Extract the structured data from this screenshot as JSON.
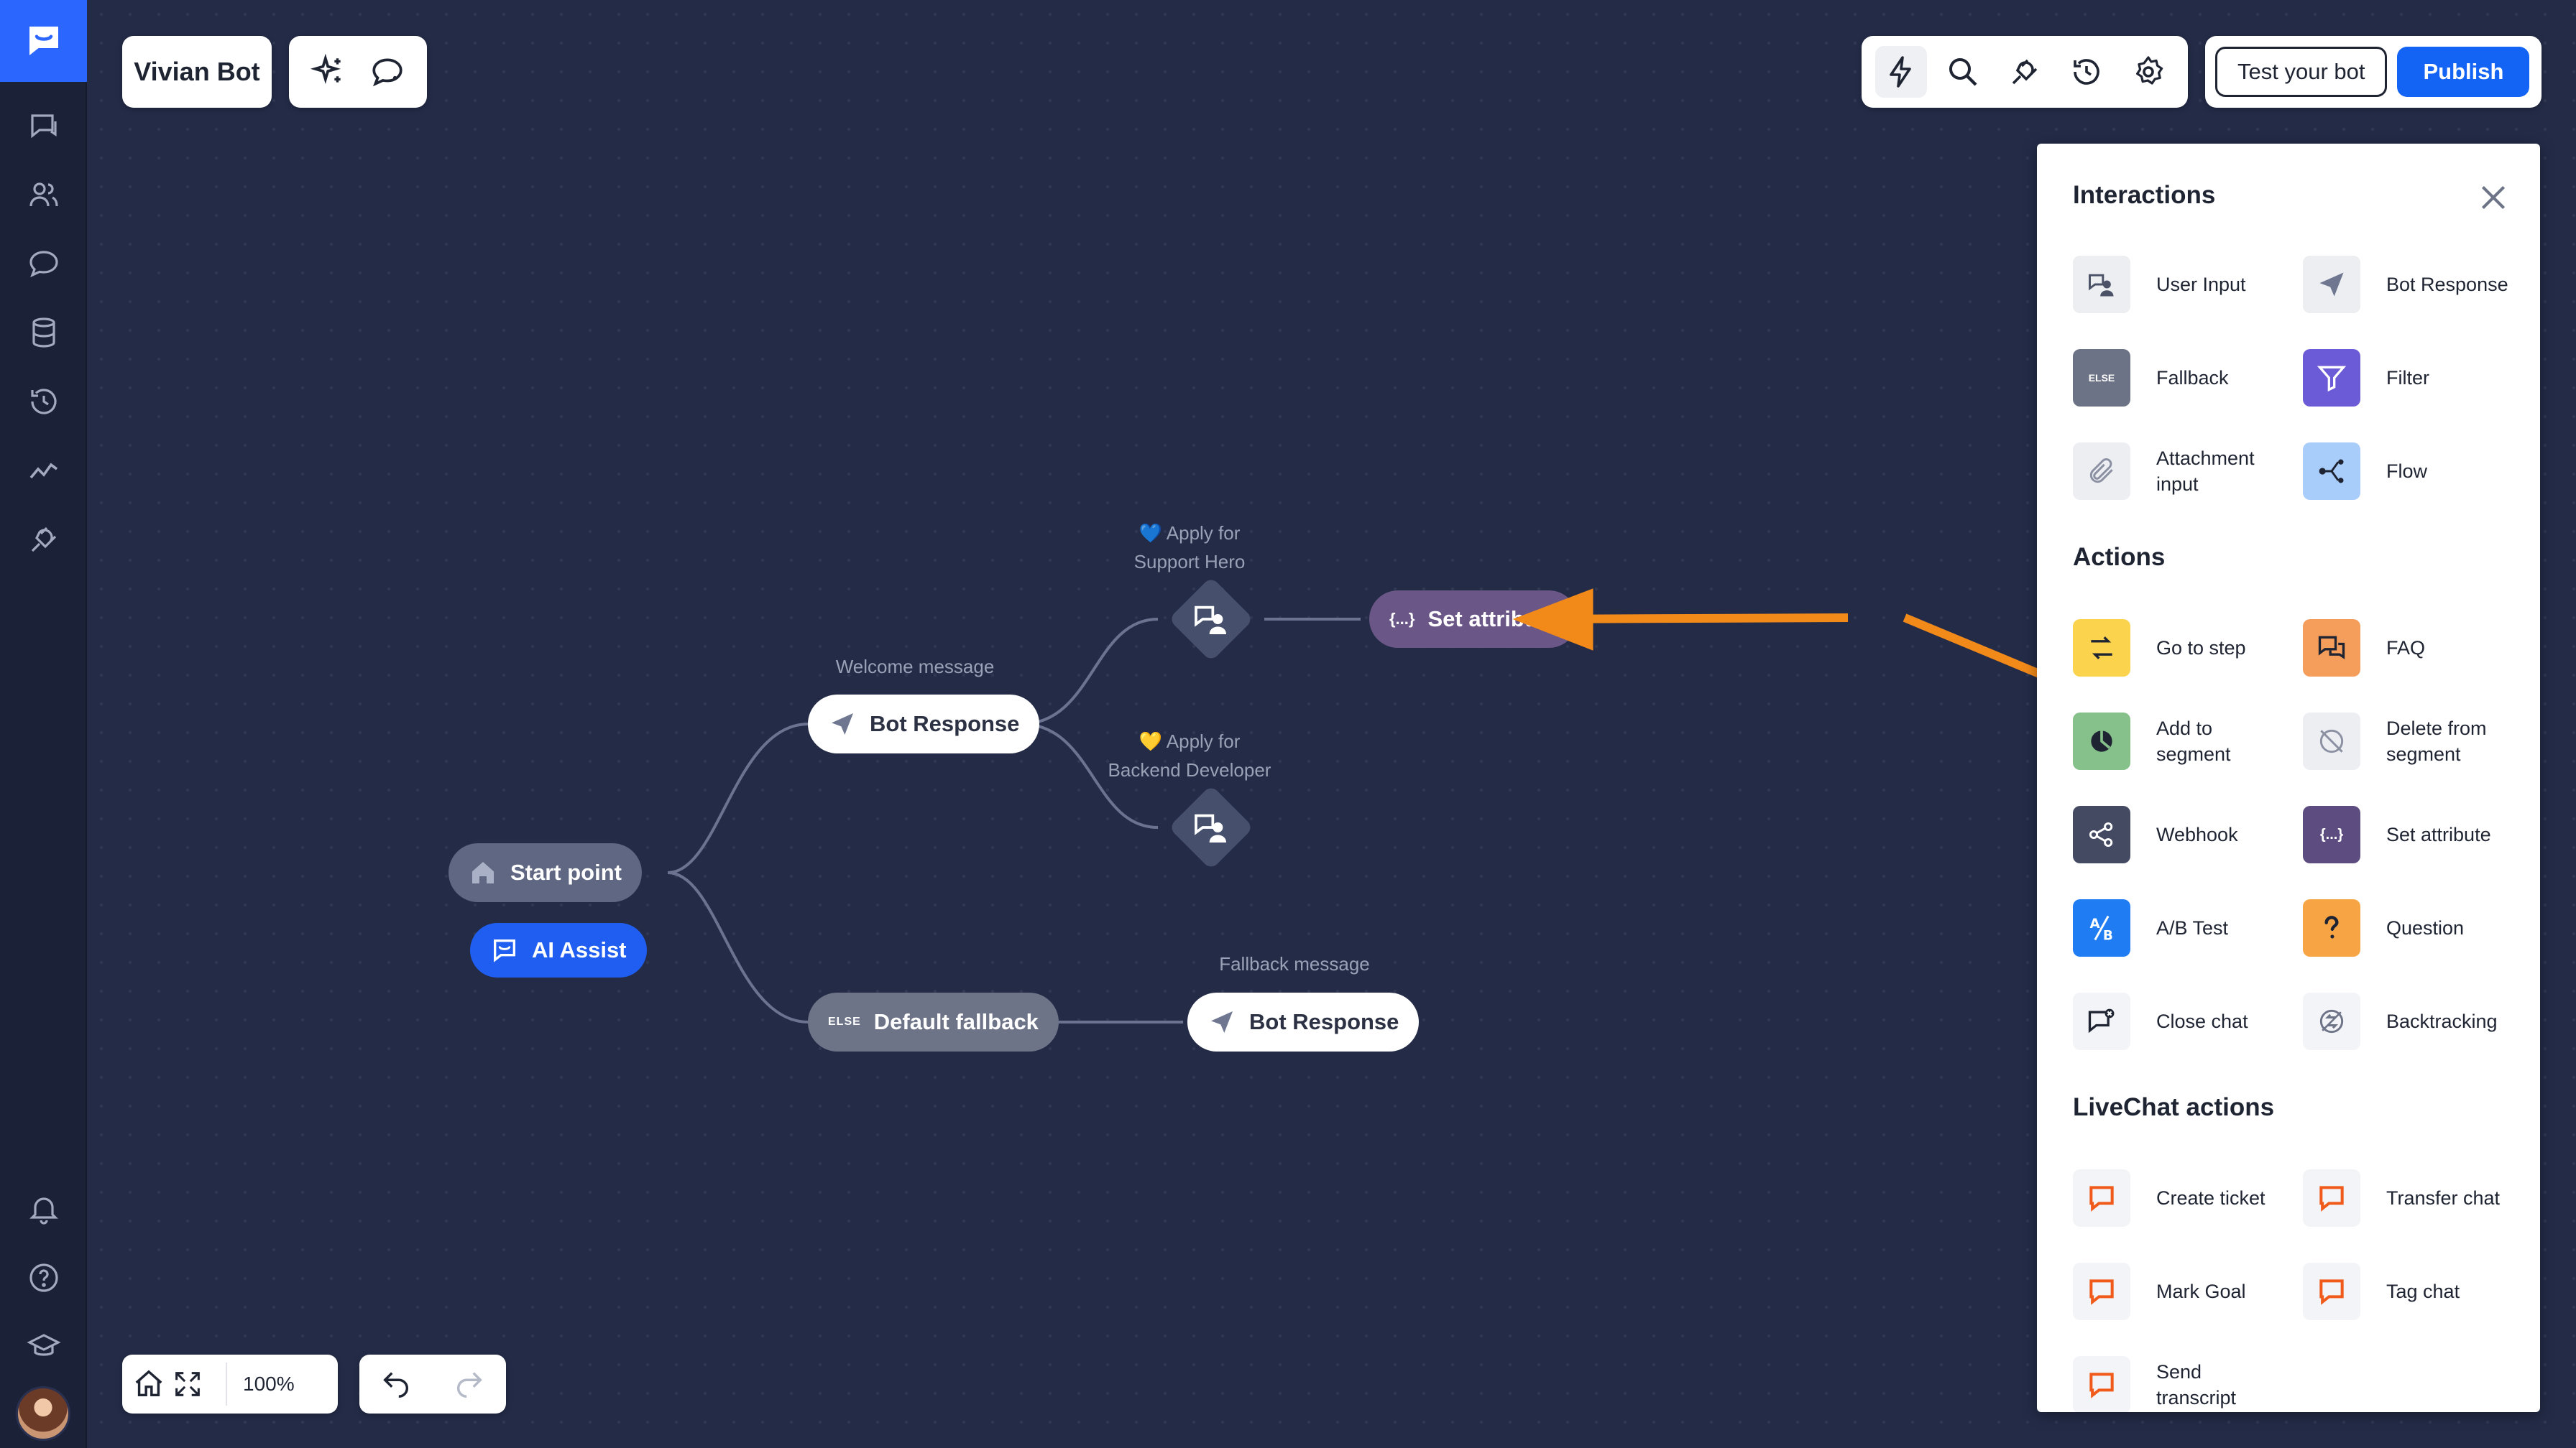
{
  "app": {
    "bot_name": "Vivian Bot"
  },
  "header": {
    "test_button": "Test your bot",
    "publish_button": "Publish"
  },
  "canvas": {
    "nodes": {
      "start": "Start point",
      "ai_assist": "AI Assist",
      "welcome_label": "Welcome message",
      "bot_response_1": "Bot Response",
      "default_fallback": "Default fallback",
      "else_tag": "ELSE",
      "fallback_label": "Fallback message",
      "bot_response_2": "Bot Response",
      "support_label": "💙 Apply for\nSupport Hero",
      "backend_label": "💛 Apply for\nBackend Developer",
      "set_attribute": "Set attribute",
      "set_attribute_icon_text": "{...}"
    },
    "zoom": "100%"
  },
  "panel": {
    "sections": {
      "interactions": "Interactions",
      "actions": "Actions",
      "livechat": "LiveChat actions"
    },
    "interactions": [
      {
        "label": "User Input",
        "icon": "user-input-icon",
        "color": "#eceef2"
      },
      {
        "label": "Bot Response",
        "icon": "paper-plane-icon",
        "color": "#eceef2"
      },
      {
        "label": "Fallback",
        "icon": "else-icon",
        "color": "#6d7386"
      },
      {
        "label": "Filter",
        "icon": "filter-icon",
        "color": "#6b5bd6"
      },
      {
        "label": "Attachment input",
        "icon": "paperclip-icon",
        "color": "#eceef2"
      },
      {
        "label": "Flow",
        "icon": "flow-icon",
        "color": "#a9cdfa"
      }
    ],
    "actions": [
      {
        "label": "Go to step",
        "icon": "go-to-step-icon",
        "color": "#fcd34d"
      },
      {
        "label": "FAQ",
        "icon": "faq-icon",
        "color": "#f59e5b"
      },
      {
        "label": "Add to segment",
        "icon": "segment-icon",
        "color": "#86c08b"
      },
      {
        "label": "Delete from segment",
        "icon": "delete-segment-icon",
        "color": "#eceef2"
      },
      {
        "label": "Webhook",
        "icon": "webhook-icon",
        "color": "#454a63"
      },
      {
        "label": "Set attribute",
        "icon": "set-attribute-icon",
        "color": "#5d4c80"
      },
      {
        "label": "A/B Test",
        "icon": "ab-test-icon",
        "color": "#1f7cf2"
      },
      {
        "label": "Question",
        "icon": "question-icon",
        "color": "#f7a445"
      },
      {
        "label": "Close chat",
        "icon": "close-chat-icon",
        "color": "#f3f4f7"
      },
      {
        "label": "Backtracking",
        "icon": "backtracking-icon",
        "color": "#f3f4f7"
      }
    ],
    "livechat": [
      {
        "label": "Create ticket",
        "icon": "livechat-icon",
        "color": "#f3f4f7"
      },
      {
        "label": "Transfer chat",
        "icon": "livechat-icon",
        "color": "#f3f4f7"
      },
      {
        "label": "Mark Goal",
        "icon": "livechat-icon",
        "color": "#f3f4f7"
      },
      {
        "label": "Tag chat",
        "icon": "livechat-icon",
        "color": "#f3f4f7"
      },
      {
        "label": "Send transcript",
        "icon": "livechat-icon",
        "color": "#f3f4f7"
      }
    ]
  },
  "colors": {
    "accent": "#1364f5",
    "annotation_arrow": "#f28a1a",
    "set_attribute_node": "#6a5787",
    "canvas_bg": "#232b47"
  }
}
